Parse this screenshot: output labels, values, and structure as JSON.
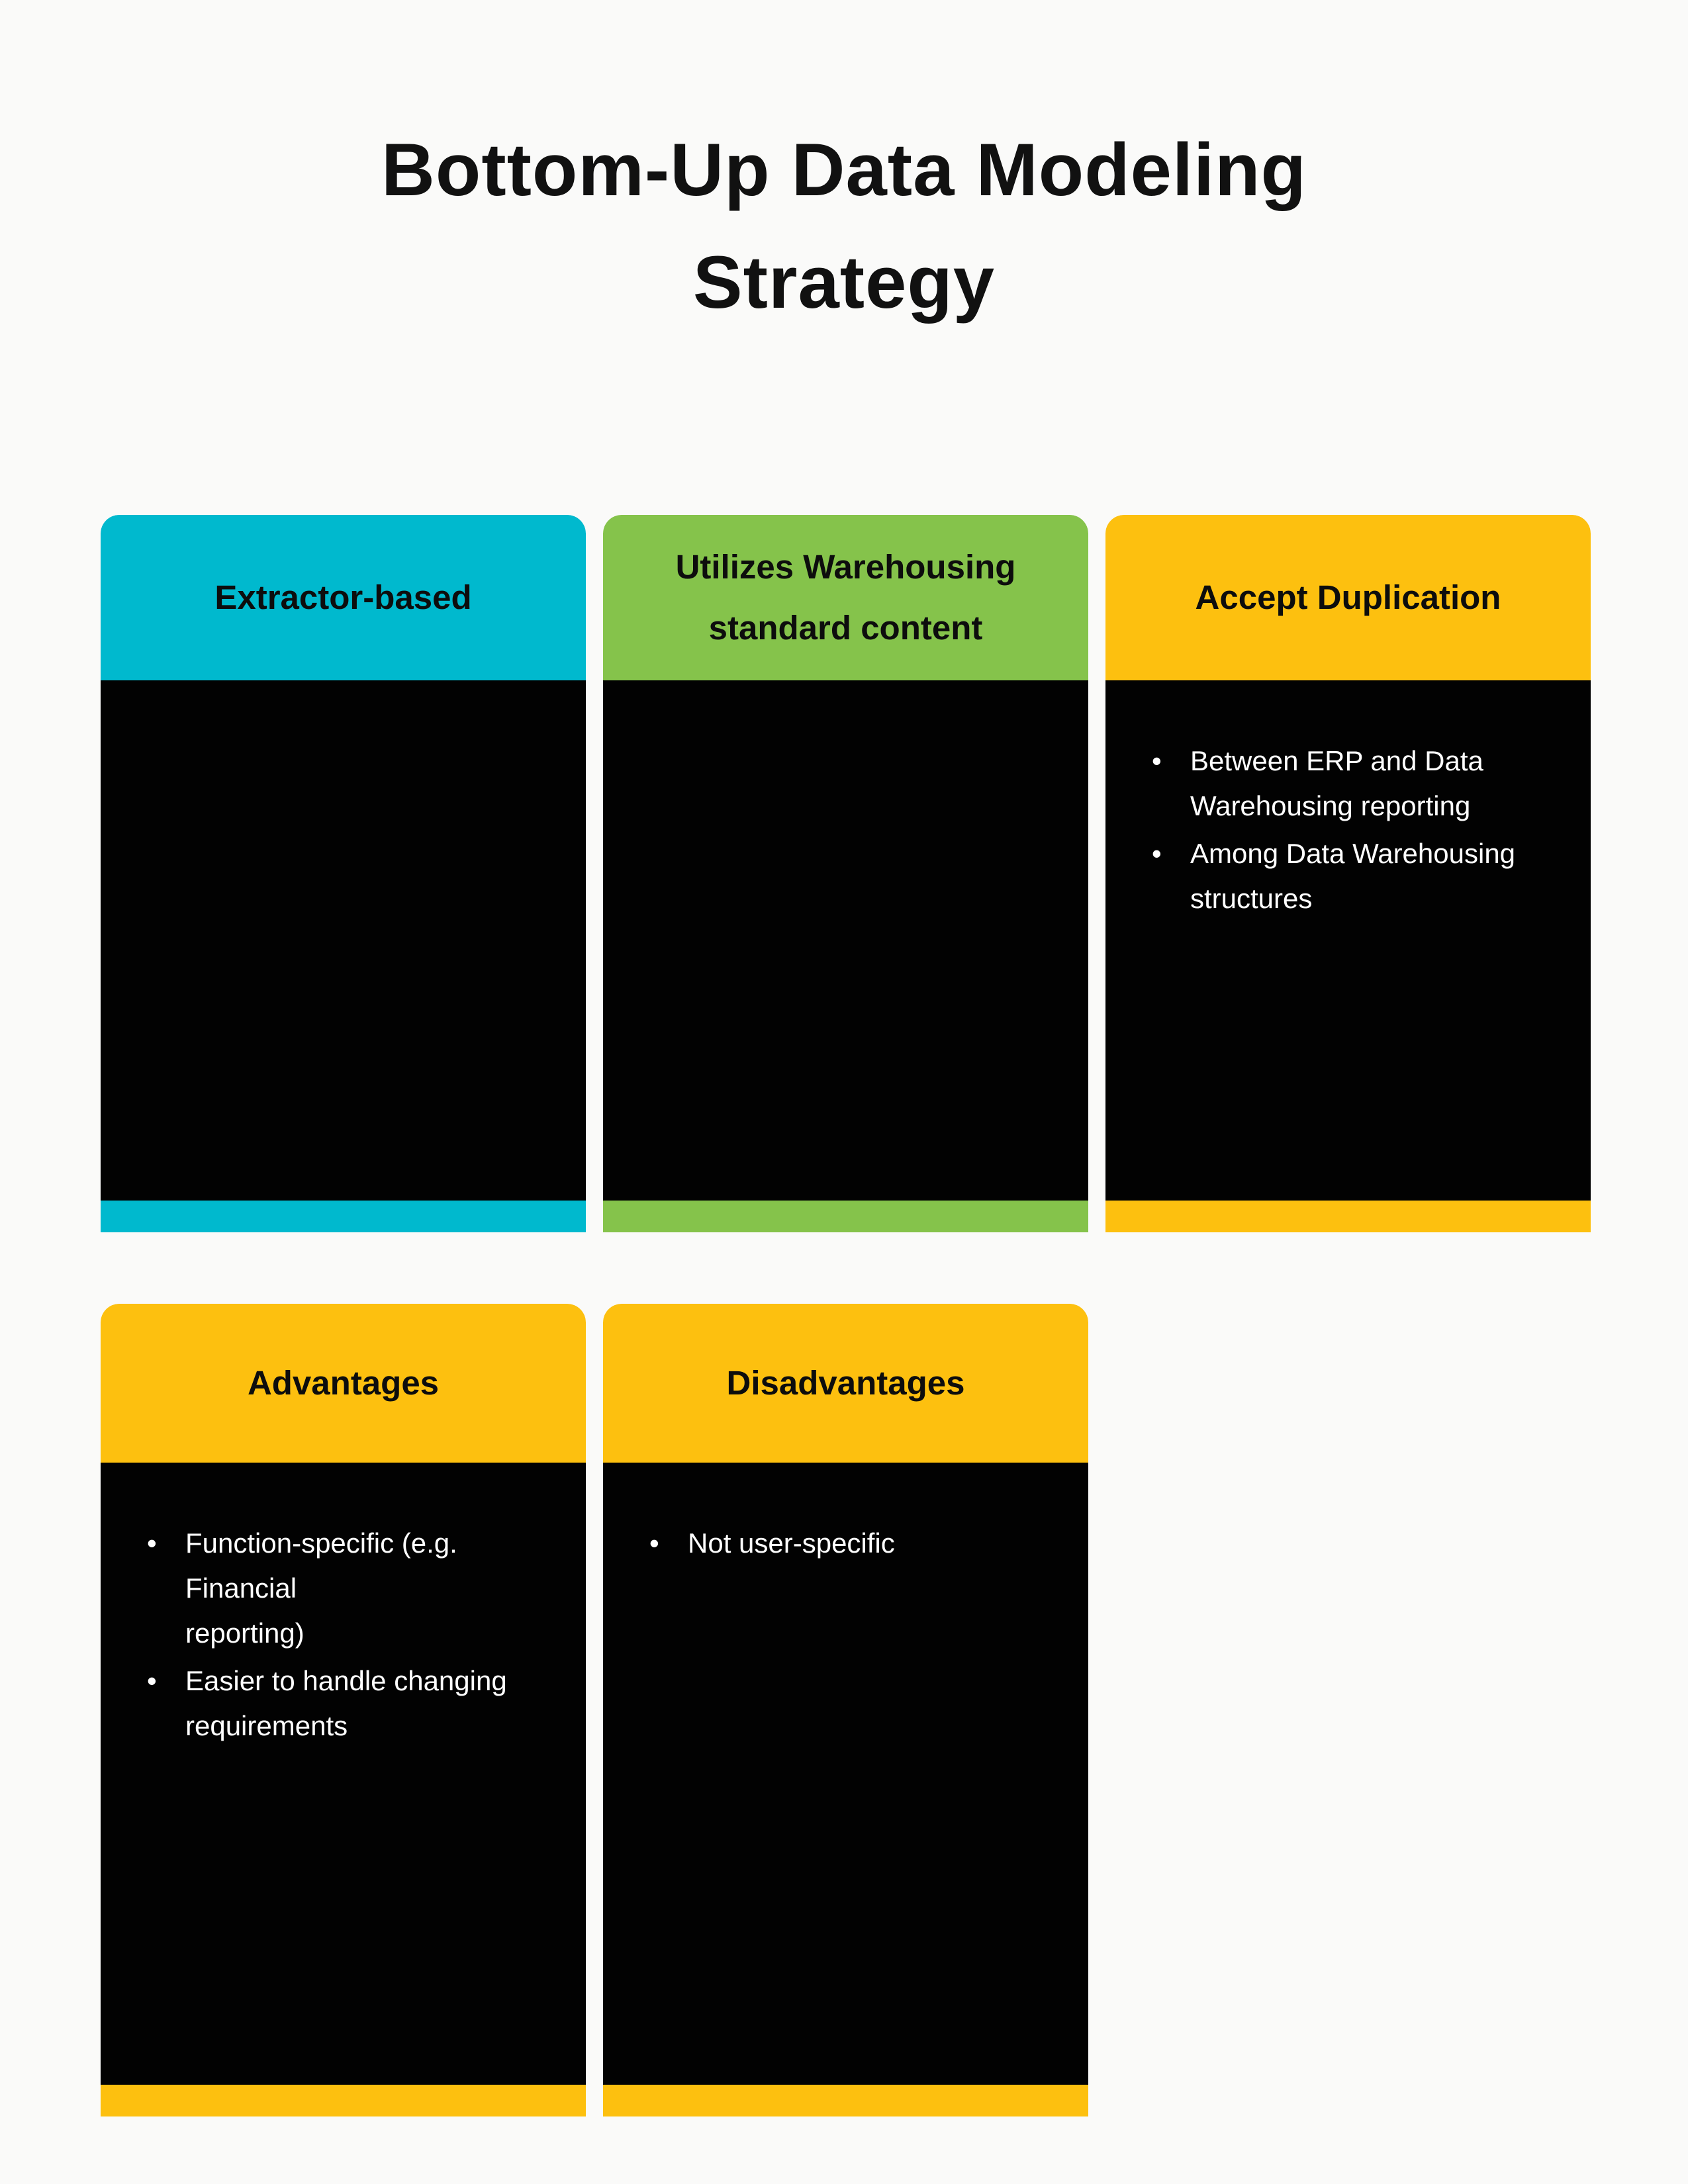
{
  "page": {
    "title": "Bottom-Up Data Modeling\nStrategy",
    "background_color": "#FAFAF9",
    "title_color": "#111111",
    "card_body_color": "#020202",
    "card_text_color": "#FFFFFF",
    "header_text_color": "#0D0D0D"
  },
  "cards": [
    {
      "id": "extractor-based",
      "accent_color": "#00B9CE",
      "title": "Extractor-based",
      "bullets": []
    },
    {
      "id": "utilizes-warehousing-standard-content",
      "accent_color": "#85C34B",
      "title": "Utilizes Warehousing\nstandard content",
      "bullets": []
    },
    {
      "id": "accept-duplication",
      "accent_color": "#FDC00F",
      "title": "Accept Duplication",
      "bullets": [
        "Between ERP and Data\nWarehousing reporting",
        "Among Data Warehousing\nstructures"
      ]
    },
    {
      "id": "advantages",
      "accent_color": "#FDC00F",
      "title": "Advantages",
      "bullets": [
        "Function-specific (e.g. Financial\nreporting)",
        "Easier to handle changing\nrequirements"
      ]
    },
    {
      "id": "disadvantages",
      "accent_color": "#FDC00F",
      "title": "Disadvantages",
      "bullets": [
        "Not user-specific"
      ]
    }
  ]
}
